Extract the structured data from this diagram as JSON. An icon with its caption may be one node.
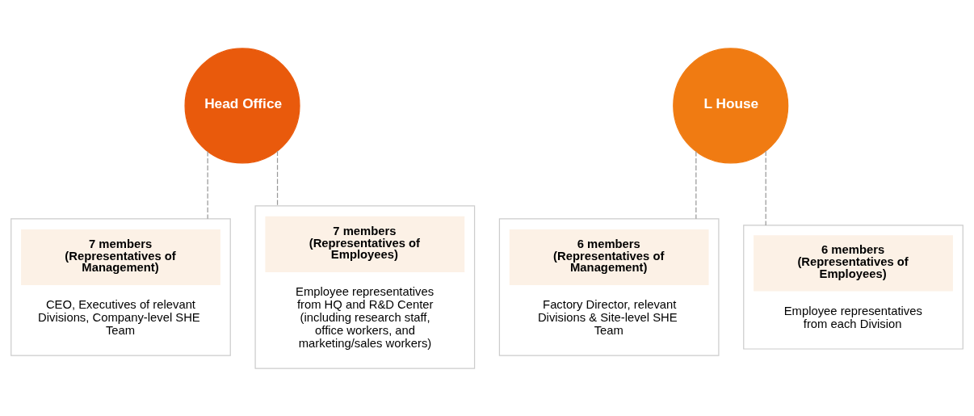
{
  "diagram": {
    "nodes": [
      {
        "text": [
          "Head Office"
        ]
      },
      {
        "text": [
          "7 members (Representatives of Management)",
          "CEO, Executives of relevant Divisions, Company-level SHE Team"
        ]
      },
      {
        "text": [
          "7 members (Representatives of Employees)",
          "Employee representatives from HQ and R&D Center (including research staff, office workers, and marketing/sales workers)"
        ]
      },
      {
        "text": [
          "L House"
        ]
      },
      {
        "text": [
          "6 members (Representatives of Management)",
          "Factory Director, relevant Divisions & Site-level SHE Team"
        ]
      },
      {
        "text": [
          "6 members (Representatives of Employees)",
          "Employee representatives from each Division"
        ]
      }
    ],
    "edges": [
      {
        "from": 0,
        "to": 1,
        "arrow": "none",
        "style": "dashed"
      },
      {
        "from": 0,
        "to": 2,
        "arrow": "none",
        "style": "dashed"
      },
      {
        "from": 3,
        "to": 4,
        "arrow": "none",
        "style": "dashed"
      },
      {
        "from": 3,
        "to": 5,
        "arrow": "none",
        "style": "dashed"
      }
    ]
  }
}
